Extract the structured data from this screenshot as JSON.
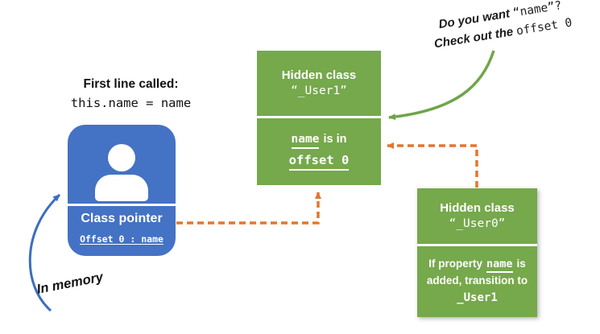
{
  "colors": {
    "green": "#76A84C",
    "blue": "#4472C4",
    "orange": "#E3762F",
    "arrow_green": "#6FA548",
    "arrow_blue": "#3D6EBF"
  },
  "annotation": {
    "line1_text": "Do you want",
    "line1_code": "“name”?",
    "line2_text": "Check out the",
    "line2_code": "offset 0"
  },
  "left_caption": {
    "line1": "First line called:",
    "line2": "this.name = name"
  },
  "memory_object": {
    "label": "Class pointer",
    "offset_entry": "Offset 0 : name"
  },
  "hidden_class_user1": {
    "title": "Hidden class",
    "name": "“_User1”",
    "body_keyword": "name",
    "body_text": "is in",
    "body_offset": "offset 0"
  },
  "hidden_class_user0": {
    "title": "Hidden class",
    "name": "“_User0”",
    "body_line1_prefix": "If property",
    "body_line1_keyword": "name",
    "body_line1_suffix": "is",
    "body_line2": "added, transition to",
    "body_line3": "_User1"
  },
  "in_memory_label": "In memory"
}
